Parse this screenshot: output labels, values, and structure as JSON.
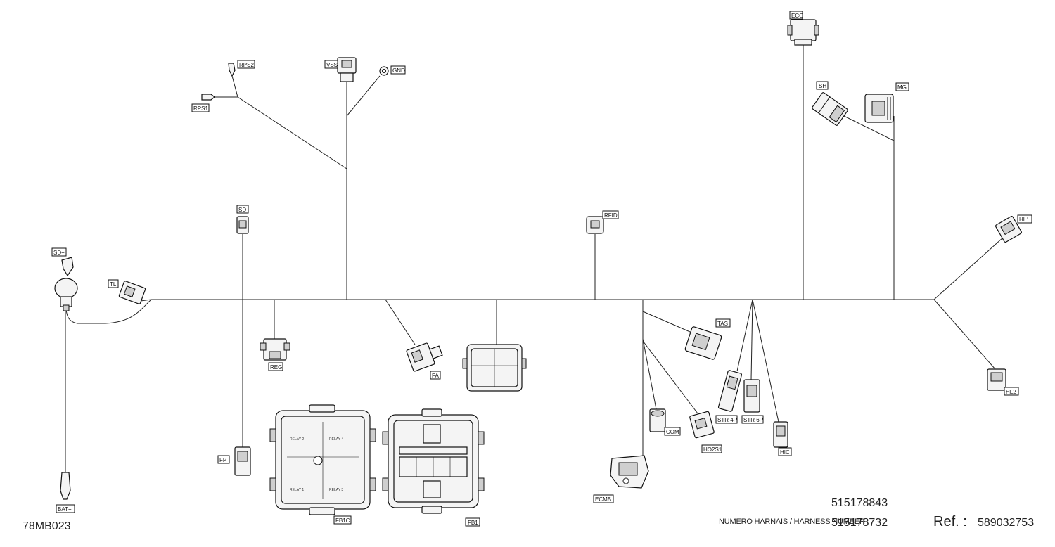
{
  "labels": {
    "eco": "ECO",
    "sh": "SH",
    "mg": "MG",
    "rps2": "RPS2",
    "rps1": "RPS1",
    "vss": "VSS",
    "gnd": "GND",
    "sd": "SD",
    "sd_plus": "SD+",
    "tl": "TL",
    "reg": "REG",
    "fa": "FA",
    "rfid": "RFID",
    "hl1": "HL1",
    "hl2": "HL2",
    "tas": "TAS",
    "com": "COM",
    "ho2s1": "HO2S1",
    "str4p": "STR 4P",
    "str6p": "STR 6P",
    "hic": "HIC",
    "ecmb": "ECMB",
    "fp": "FP",
    "bat_plus": "BAT+",
    "fb1c": "FB1C",
    "fb1": "FB1"
  },
  "footer": {
    "diagram_code": "78MB023",
    "harness_number_1": "515178843",
    "harness_label": "NUMERO HARNAIS / HARNESS NUMBER :",
    "harness_number_2": "515178732",
    "ref_label": "Ref. :",
    "ref_value": "589032753"
  },
  "fuse_box_text": {
    "relay1": "RELAY 1",
    "relay2": "RELAY 2",
    "relay3": "RELAY 3",
    "relay4": "RELAY 4"
  }
}
